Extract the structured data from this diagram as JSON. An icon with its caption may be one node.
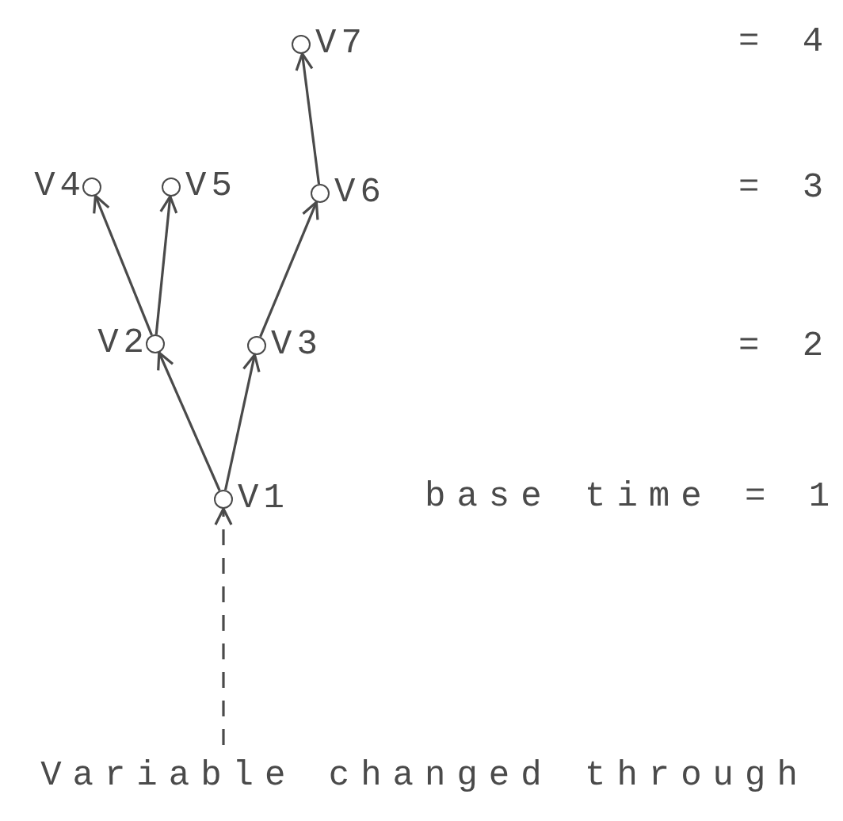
{
  "diagram": {
    "nodes": [
      {
        "text": [],
        "shape": "circle",
        "beside": [
          "V7"
        ]
      },
      {
        "text": [],
        "shape": "circle",
        "beside": [
          "V4"
        ]
      },
      {
        "text": [],
        "shape": "circle",
        "beside": [
          "V5"
        ]
      },
      {
        "text": [],
        "shape": "circle",
        "beside": [
          "V6"
        ]
      },
      {
        "text": [],
        "shape": "circle",
        "beside": [
          "V2"
        ]
      },
      {
        "text": [],
        "shape": "circle",
        "beside": [
          "V3"
        ]
      },
      {
        "text": [],
        "shape": "circle",
        "beside": [
          "V1"
        ]
      },
      {
        "text": [
          "Variable changed through"
        ]
      }
    ],
    "edges": [
      {
        "from": 6,
        "to": 4,
        "arrow": "to"
      },
      {
        "from": 6,
        "to": 5,
        "arrow": "to"
      },
      {
        "from": 4,
        "to": 1,
        "arrow": "to"
      },
      {
        "from": 4,
        "to": 2,
        "arrow": "to"
      },
      {
        "from": 5,
        "to": 3,
        "arrow": "to"
      },
      {
        "from": 3,
        "to": 0,
        "arrow": "to"
      },
      {
        "from": 7,
        "to": 6,
        "arrow": "to",
        "style": "dashed"
      }
    ],
    "labels": [
      "= 4",
      "= 3",
      "= 2",
      "base time = 1"
    ]
  }
}
